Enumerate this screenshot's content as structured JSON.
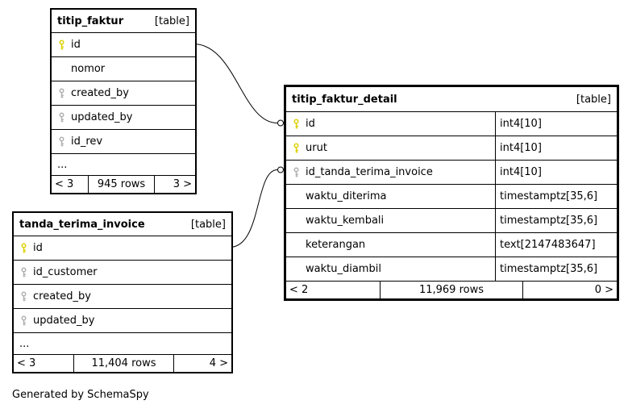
{
  "note": "Generated by SchemaSpy",
  "colors": {
    "primary_key_icon": "#ddd000",
    "index_key_icon": "#b0b0b0",
    "border": "#000000",
    "background": "#ffffff"
  },
  "relationships": [
    {
      "from": "titip_faktur.id",
      "to": "titip_faktur_detail.id"
    },
    {
      "from": "tanda_terima_invoice.id",
      "to": "titip_faktur_detail.id_tanda_terima_invoice"
    }
  ],
  "tables": {
    "titip_faktur": {
      "title": "titip_faktur",
      "tag": "[table]",
      "columns": [
        {
          "name": "id",
          "key": "primary"
        },
        {
          "name": "nomor",
          "key": "none"
        },
        {
          "name": "created_by",
          "key": "index"
        },
        {
          "name": "updated_by",
          "key": "index"
        },
        {
          "name": "id_rev",
          "key": "index"
        },
        {
          "name": "...",
          "key": "none"
        }
      ],
      "footer": {
        "prev": "< 3",
        "rows": "945 rows",
        "next": "3 >"
      }
    },
    "titip_faktur_detail": {
      "title": "titip_faktur_detail",
      "tag": "[table]",
      "columns": [
        {
          "name": "id",
          "type": "int4[10]",
          "key": "primary"
        },
        {
          "name": "urut",
          "type": "int4[10]",
          "key": "primary"
        },
        {
          "name": "id_tanda_terima_invoice",
          "type": "int4[10]",
          "key": "index"
        },
        {
          "name": "waktu_diterima",
          "type": "timestamptz[35,6]",
          "key": "none"
        },
        {
          "name": "waktu_kembali",
          "type": "timestamptz[35,6]",
          "key": "none"
        },
        {
          "name": "keterangan",
          "type": "text[2147483647]",
          "key": "none"
        },
        {
          "name": "waktu_diambil",
          "type": "timestamptz[35,6]",
          "key": "none"
        }
      ],
      "footer": {
        "prev": "< 2",
        "rows": "11,969 rows",
        "next": "0 >"
      }
    },
    "tanda_terima_invoice": {
      "title": "tanda_terima_invoice",
      "tag": "[table]",
      "columns": [
        {
          "name": "id",
          "key": "primary"
        },
        {
          "name": "id_customer",
          "key": "index"
        },
        {
          "name": "created_by",
          "key": "index"
        },
        {
          "name": "updated_by",
          "key": "index"
        },
        {
          "name": "...",
          "key": "none"
        }
      ],
      "footer": {
        "prev": "< 3",
        "rows": "11,404 rows",
        "next": "4 >"
      }
    }
  }
}
